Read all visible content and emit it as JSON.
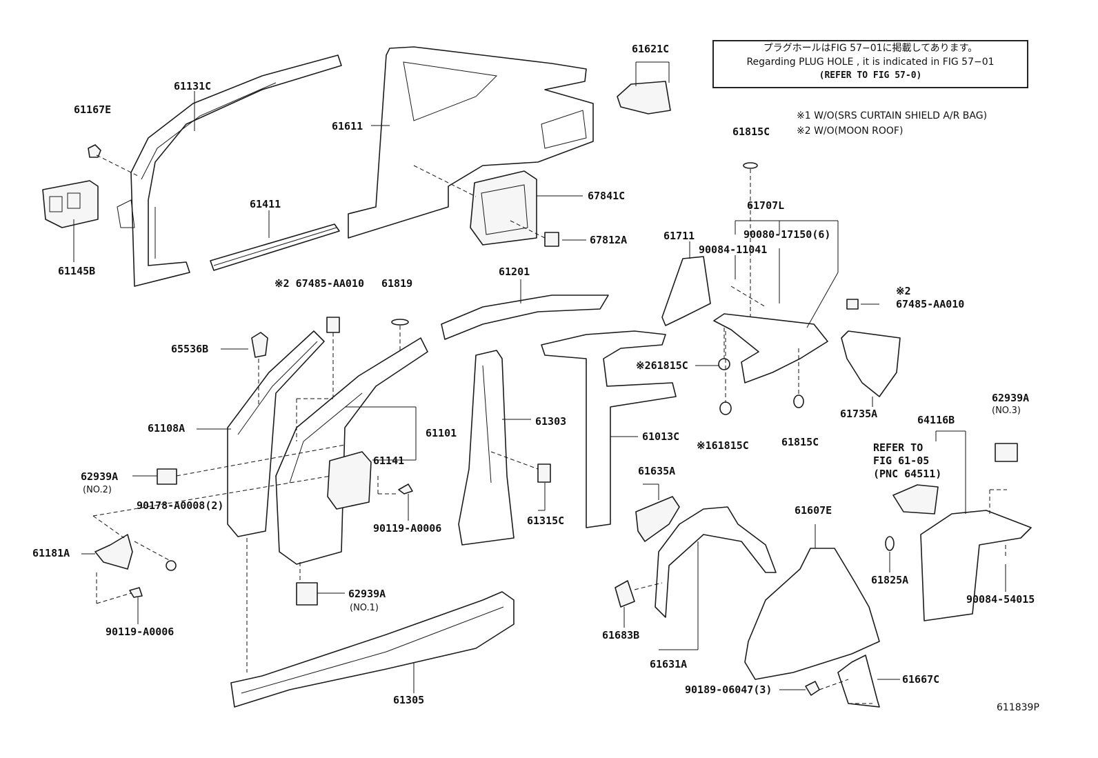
{
  "notice": {
    "jp": "プラグホールはFIG 57−01に掲載してあります。",
    "en": "Regarding  PLUG  HOLE , it is indicated in FIG  57−01",
    "ref": "(REFER TO FIG 57-0)"
  },
  "legend": {
    "note1": "※1 W/O(SRS CURTAIN SHIELD A/R BAG)",
    "note2": "※2 W/O(MOON ROOF)"
  },
  "labels": {
    "p61131C": "61131C",
    "p61167E": "61167E",
    "p61145B": "61145B",
    "p61411": "61411",
    "p61611": "61611",
    "p67841C": "67841C",
    "p67812A": "67812A",
    "p61621C": "61621C",
    "p61815C_top": "61815C",
    "p61707L": "61707L",
    "p61711": "61711",
    "p90080": "90080-17150(6)",
    "p90084_11041": "90084-11041",
    "p67485_left": "※2 67485-AA010",
    "p61819": "61819",
    "p61201": "61201",
    "p65536B": "65536B",
    "p61108A": "61108A",
    "p61101": "61101",
    "p61303": "61303",
    "p61013C": "61013C",
    "p61815C_mid": "※261815C",
    "p61815C_s1": "※161815C",
    "p61815C_r": "61815C",
    "p67485_right_mark": "※2",
    "p67485_right": "67485-AA010",
    "p61735A": "61735A",
    "p62939A_no2": "62939A",
    "p62939A_no2_sub": "(NO.2)",
    "p61141": "61141",
    "p90178": "90178-A0008(2)",
    "p90119_mid": "90119-A0006",
    "p61315C": "61315C",
    "p61635A": "61635A",
    "p61181A": "61181A",
    "p90119_left": "90119-A0006",
    "p62939A_no1": "62939A",
    "p62939A_no1_sub": "(NO.1)",
    "p61607E": "61607E",
    "p62939A_no3": "62939A",
    "p62939A_no3_sub": "(NO.3)",
    "p64116B": "64116B",
    "refer1": "REFER TO",
    "refer2": "FIG 61-05",
    "refer3": "(PNC 64511)",
    "p61825A": "61825A",
    "p90084_54015": "90084-54015",
    "p61683B": "61683B",
    "p61631A": "61631A",
    "p61305": "61305",
    "p90189": "90189-06047(3)",
    "p61667C": "61667C",
    "figure_id": "611839P"
  }
}
